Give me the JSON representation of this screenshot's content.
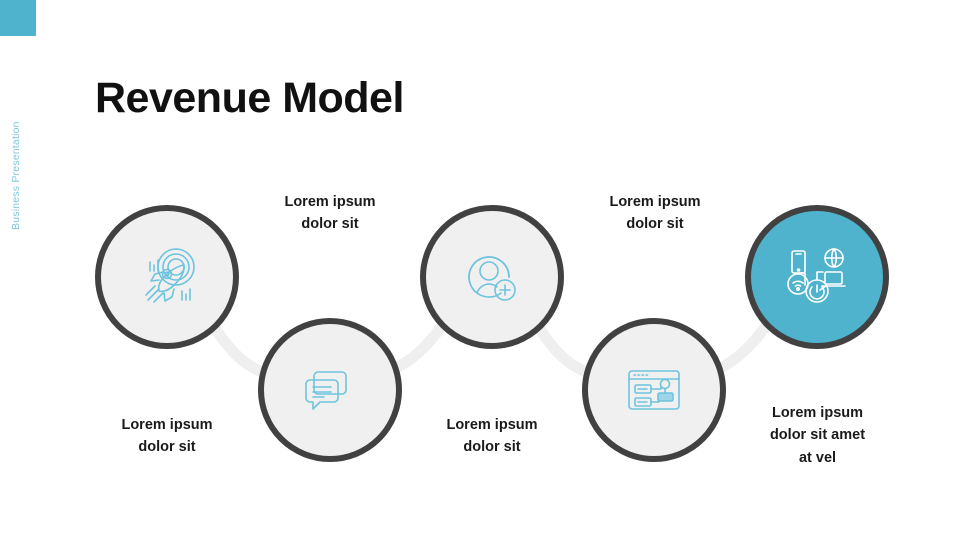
{
  "slide": {
    "title": "Revenue Model",
    "side_label": "Business Presentation",
    "accent_color": "#4fb3cd",
    "circle_border_color": "#414141",
    "circle_fill_color": "#f0f0f0",
    "connector_color": "#efefef",
    "icon_color": "#6ec4de"
  },
  "nodes": [
    {
      "id": "node-1",
      "icon": "rocket-target-icon",
      "label": "Lorem ipsum\ndolor sit",
      "label_position": "below",
      "highlight": false
    },
    {
      "id": "node-2",
      "icon": "chat-bubbles-icon",
      "label": "Lorem ipsum\ndolor sit",
      "label_position": "above",
      "highlight": false
    },
    {
      "id": "node-3",
      "icon": "add-user-icon",
      "label": "Lorem ipsum\ndolor sit",
      "label_position": "below",
      "highlight": false
    },
    {
      "id": "node-4",
      "icon": "sitemap-browser-icon",
      "label": "Lorem ipsum\ndolor sit",
      "label_position": "above",
      "highlight": false
    },
    {
      "id": "node-5",
      "icon": "iot-devices-icon",
      "label": "Lorem ipsum\ndolor sit amet\nat vel",
      "label_position": "below",
      "highlight": true
    }
  ]
}
